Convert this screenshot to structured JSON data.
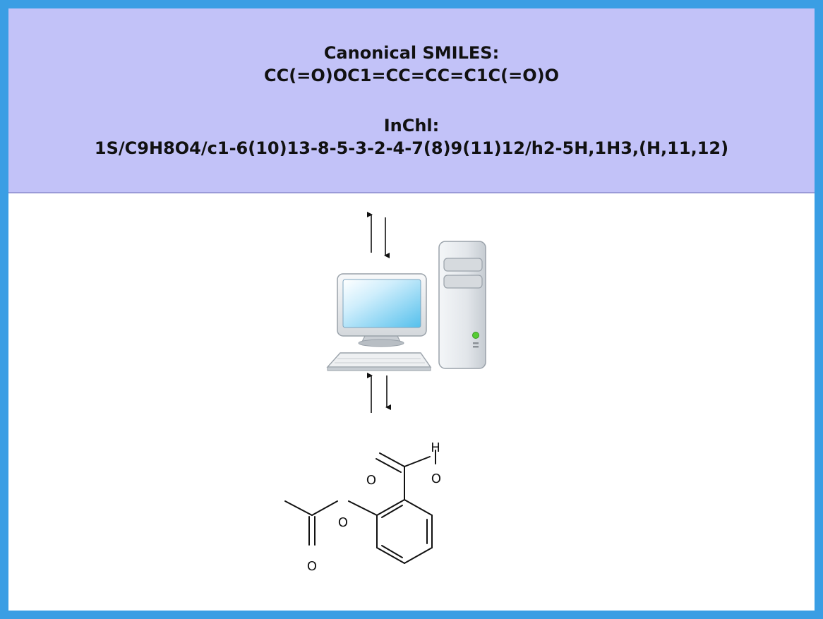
{
  "header": {
    "smiles_label": "Canonical SMILES:",
    "smiles_value": "CC(=O)OC1=CC=CC=C1C(=O)O",
    "inchi_label": "InChl:",
    "inchi_value": "1S/C9H8O4/c1-6(10)13-8-5-3-2-4-7(8)9(11)12/h2-5H,1H3,(H,11,12)"
  },
  "molecule": {
    "atoms": {
      "hydroxyl_h": "H",
      "hydroxyl_o": "O",
      "carbonyl_o": "O",
      "ester_o": "O",
      "acetyl_o": "O"
    }
  },
  "colors": {
    "frame": "#3a9ee4",
    "header_bg": "#c2c2f8",
    "power_led": "#55cc33"
  },
  "icons": [
    "up-arrow-icon",
    "down-arrow-icon",
    "computer-icon",
    "monitor-icon",
    "keyboard-icon",
    "tower-icon"
  ]
}
